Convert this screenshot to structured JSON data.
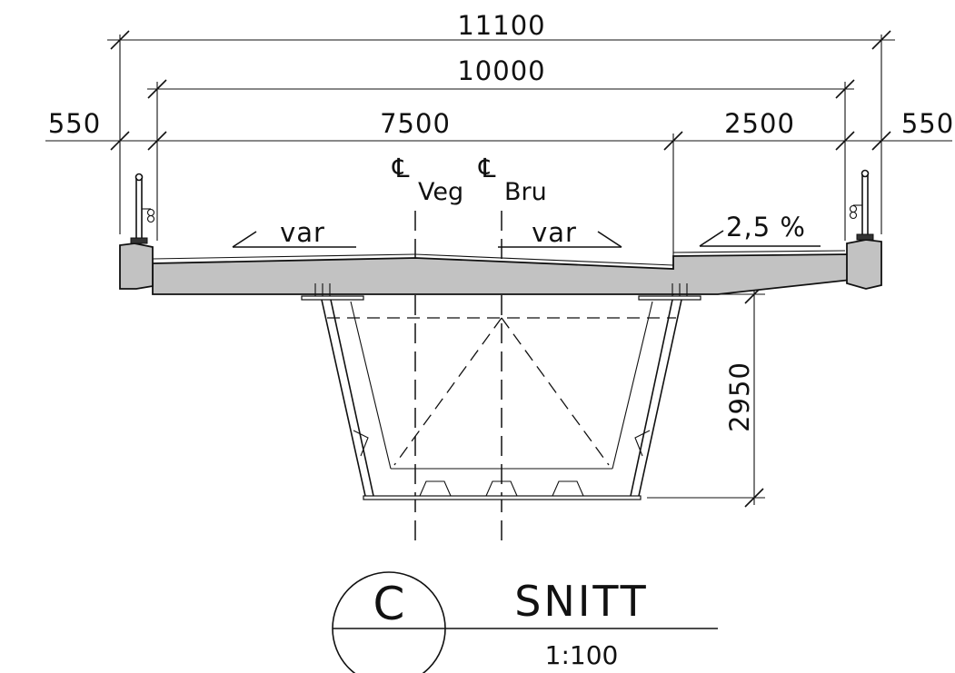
{
  "dimensions": {
    "overall": "11100",
    "inner": "10000",
    "left_edge": "550",
    "right_edge": "550",
    "carriageway": "7500",
    "shoulder": "2500",
    "depth": "2950"
  },
  "centerlines": {
    "road_symbol": "℄",
    "road_label": "Veg",
    "bridge_symbol": "℄",
    "bridge_label": "Bru"
  },
  "slopes": {
    "left": "var",
    "middle": "var",
    "right": "2,5 %"
  },
  "title_block": {
    "section_letter": "C",
    "title": "SNITT",
    "scale": "1:100"
  },
  "colors": {
    "concrete_fill": "#c2c2c2",
    "line": "#111111",
    "background": "#ffffff"
  }
}
